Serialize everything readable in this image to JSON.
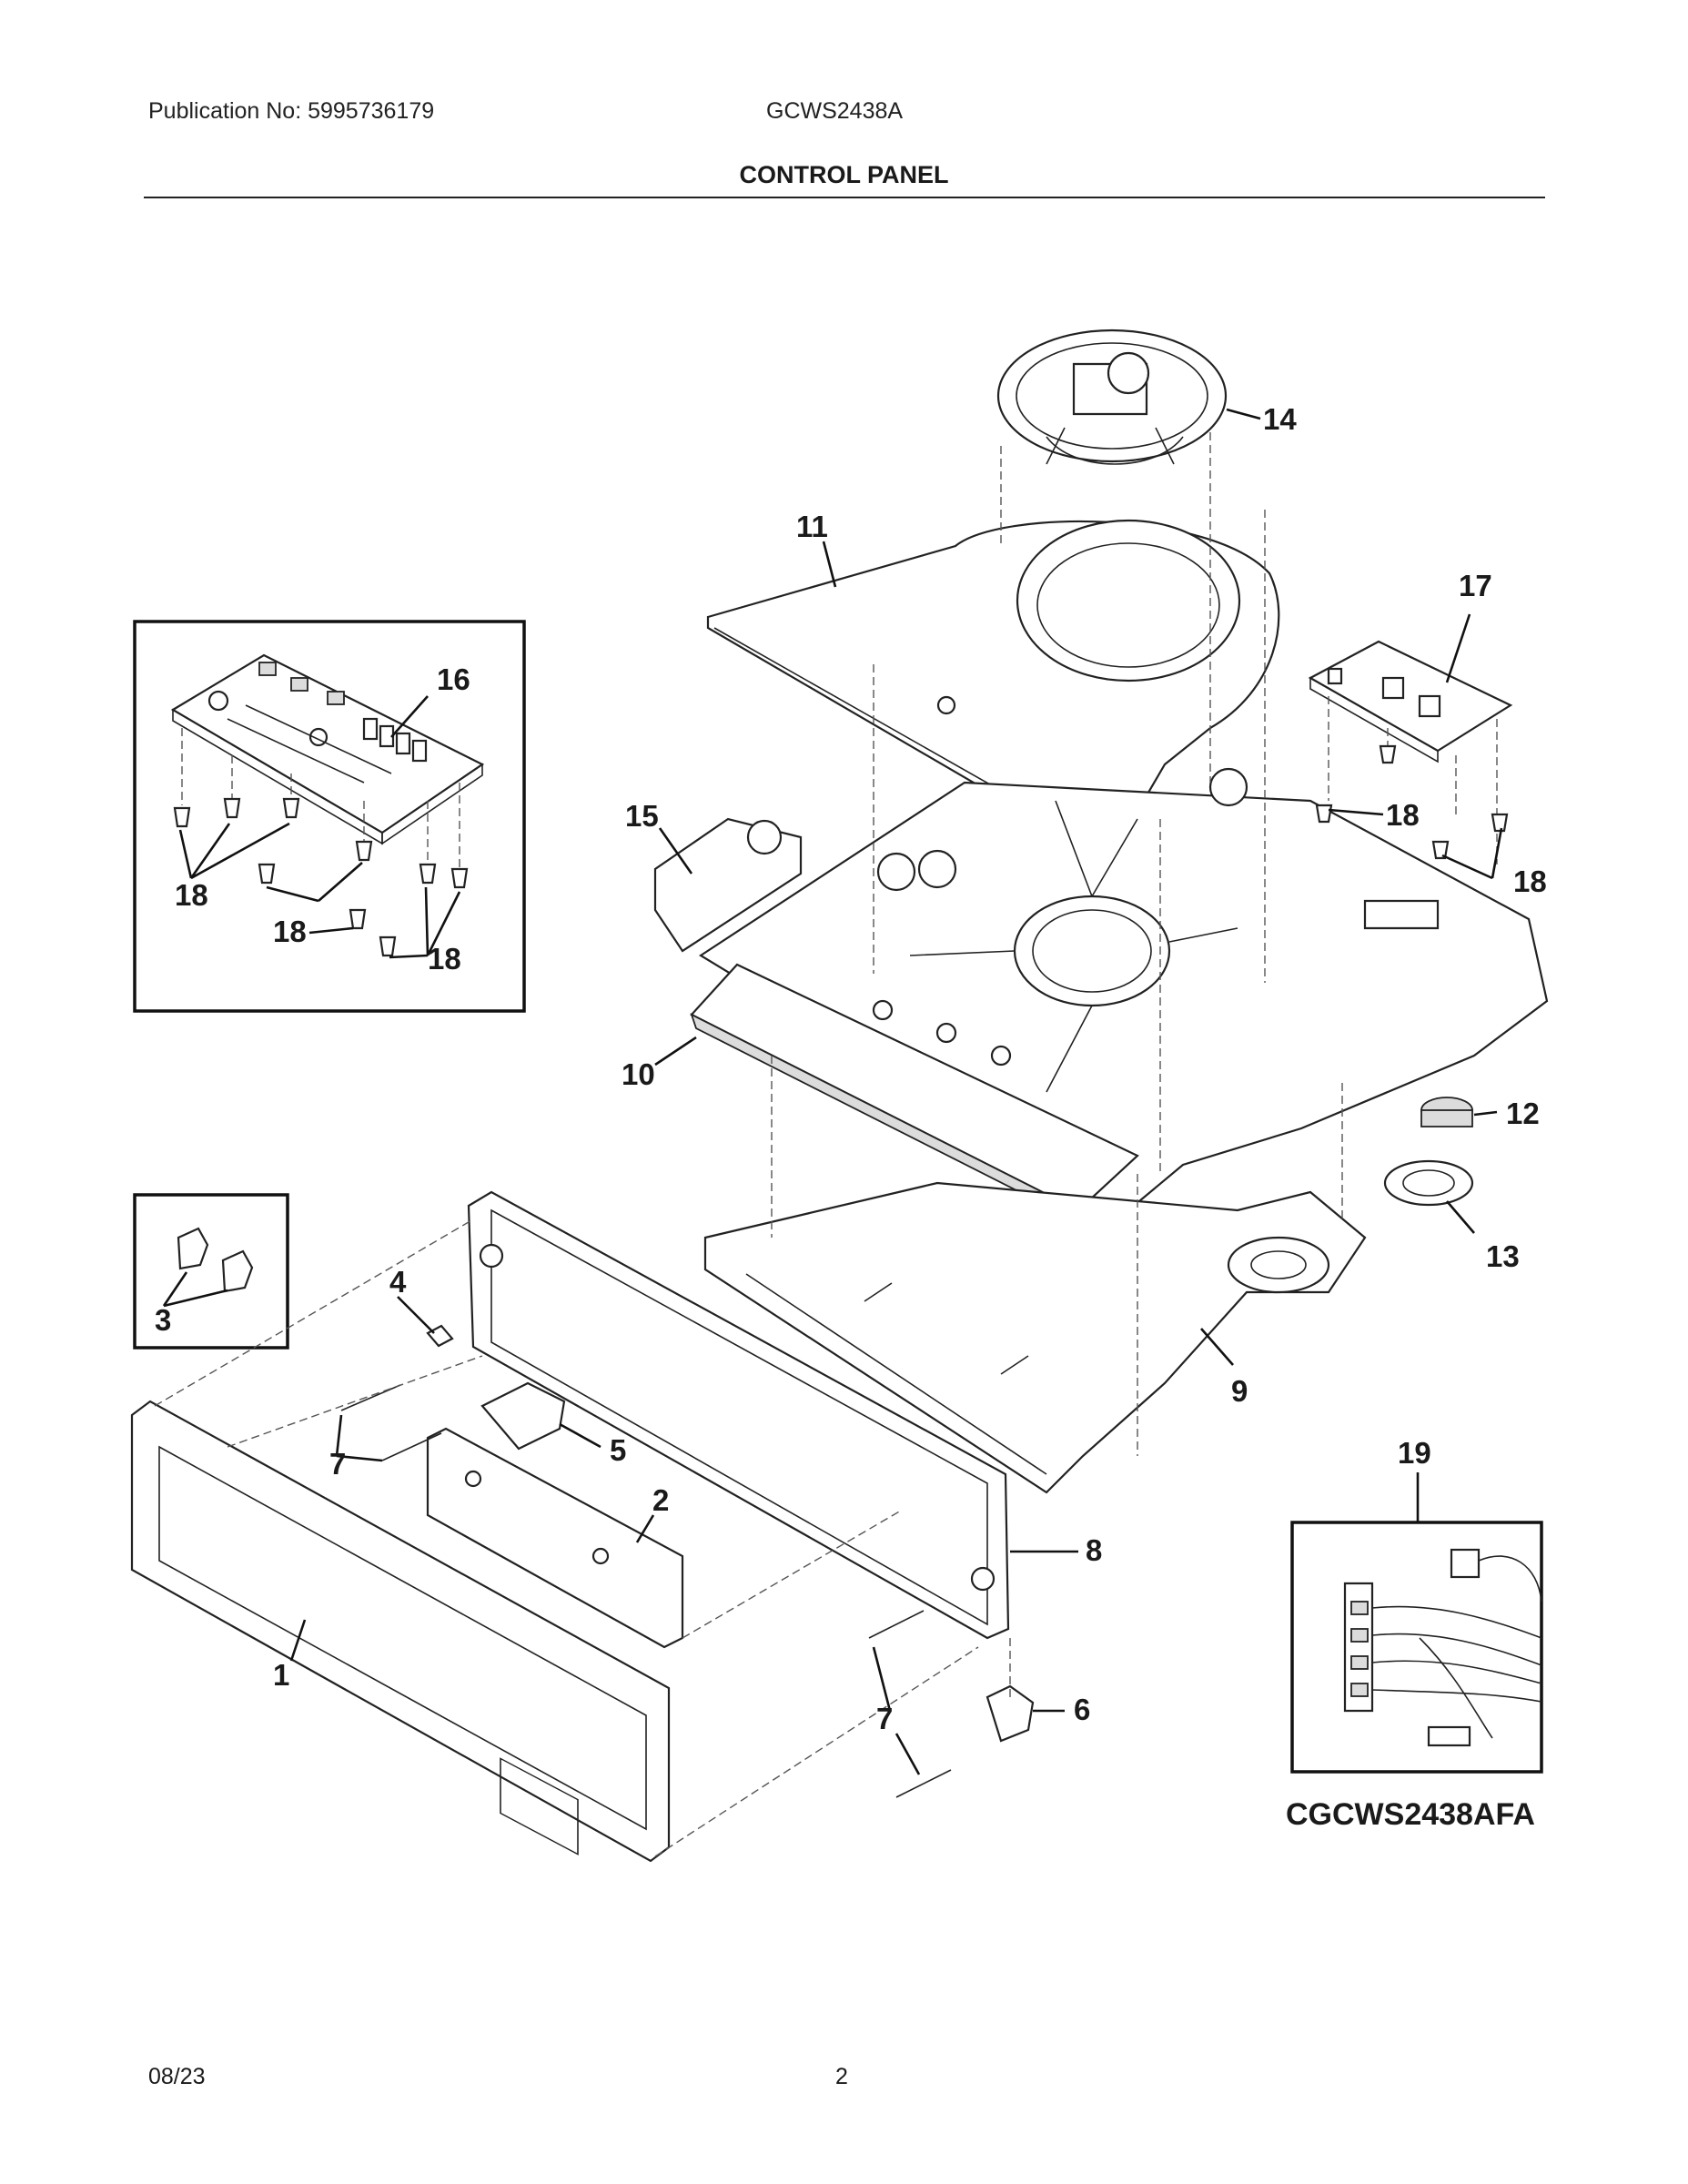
{
  "header": {
    "publication": "Publication No: 5995736179",
    "model": "GCWS2438A",
    "section_title": "CONTROL PANEL"
  },
  "callouts": {
    "c1": "1",
    "c2": "2",
    "c3": "3",
    "c4": "4",
    "c5": "5",
    "c6": "6",
    "c7a": "7",
    "c7b": "7",
    "c8": "8",
    "c9": "9",
    "c10": "10",
    "c11": "11",
    "c12": "12",
    "c13": "13",
    "c14": "14",
    "c15": "15",
    "c16": "16",
    "c17": "17",
    "c18a": "18",
    "c18b": "18",
    "c18c": "18",
    "c18d": "18",
    "c18e": "18",
    "c19": "19"
  },
  "diagram_code": "CGCWS2438AFA",
  "footer": {
    "date": "08/23",
    "page": "2"
  }
}
